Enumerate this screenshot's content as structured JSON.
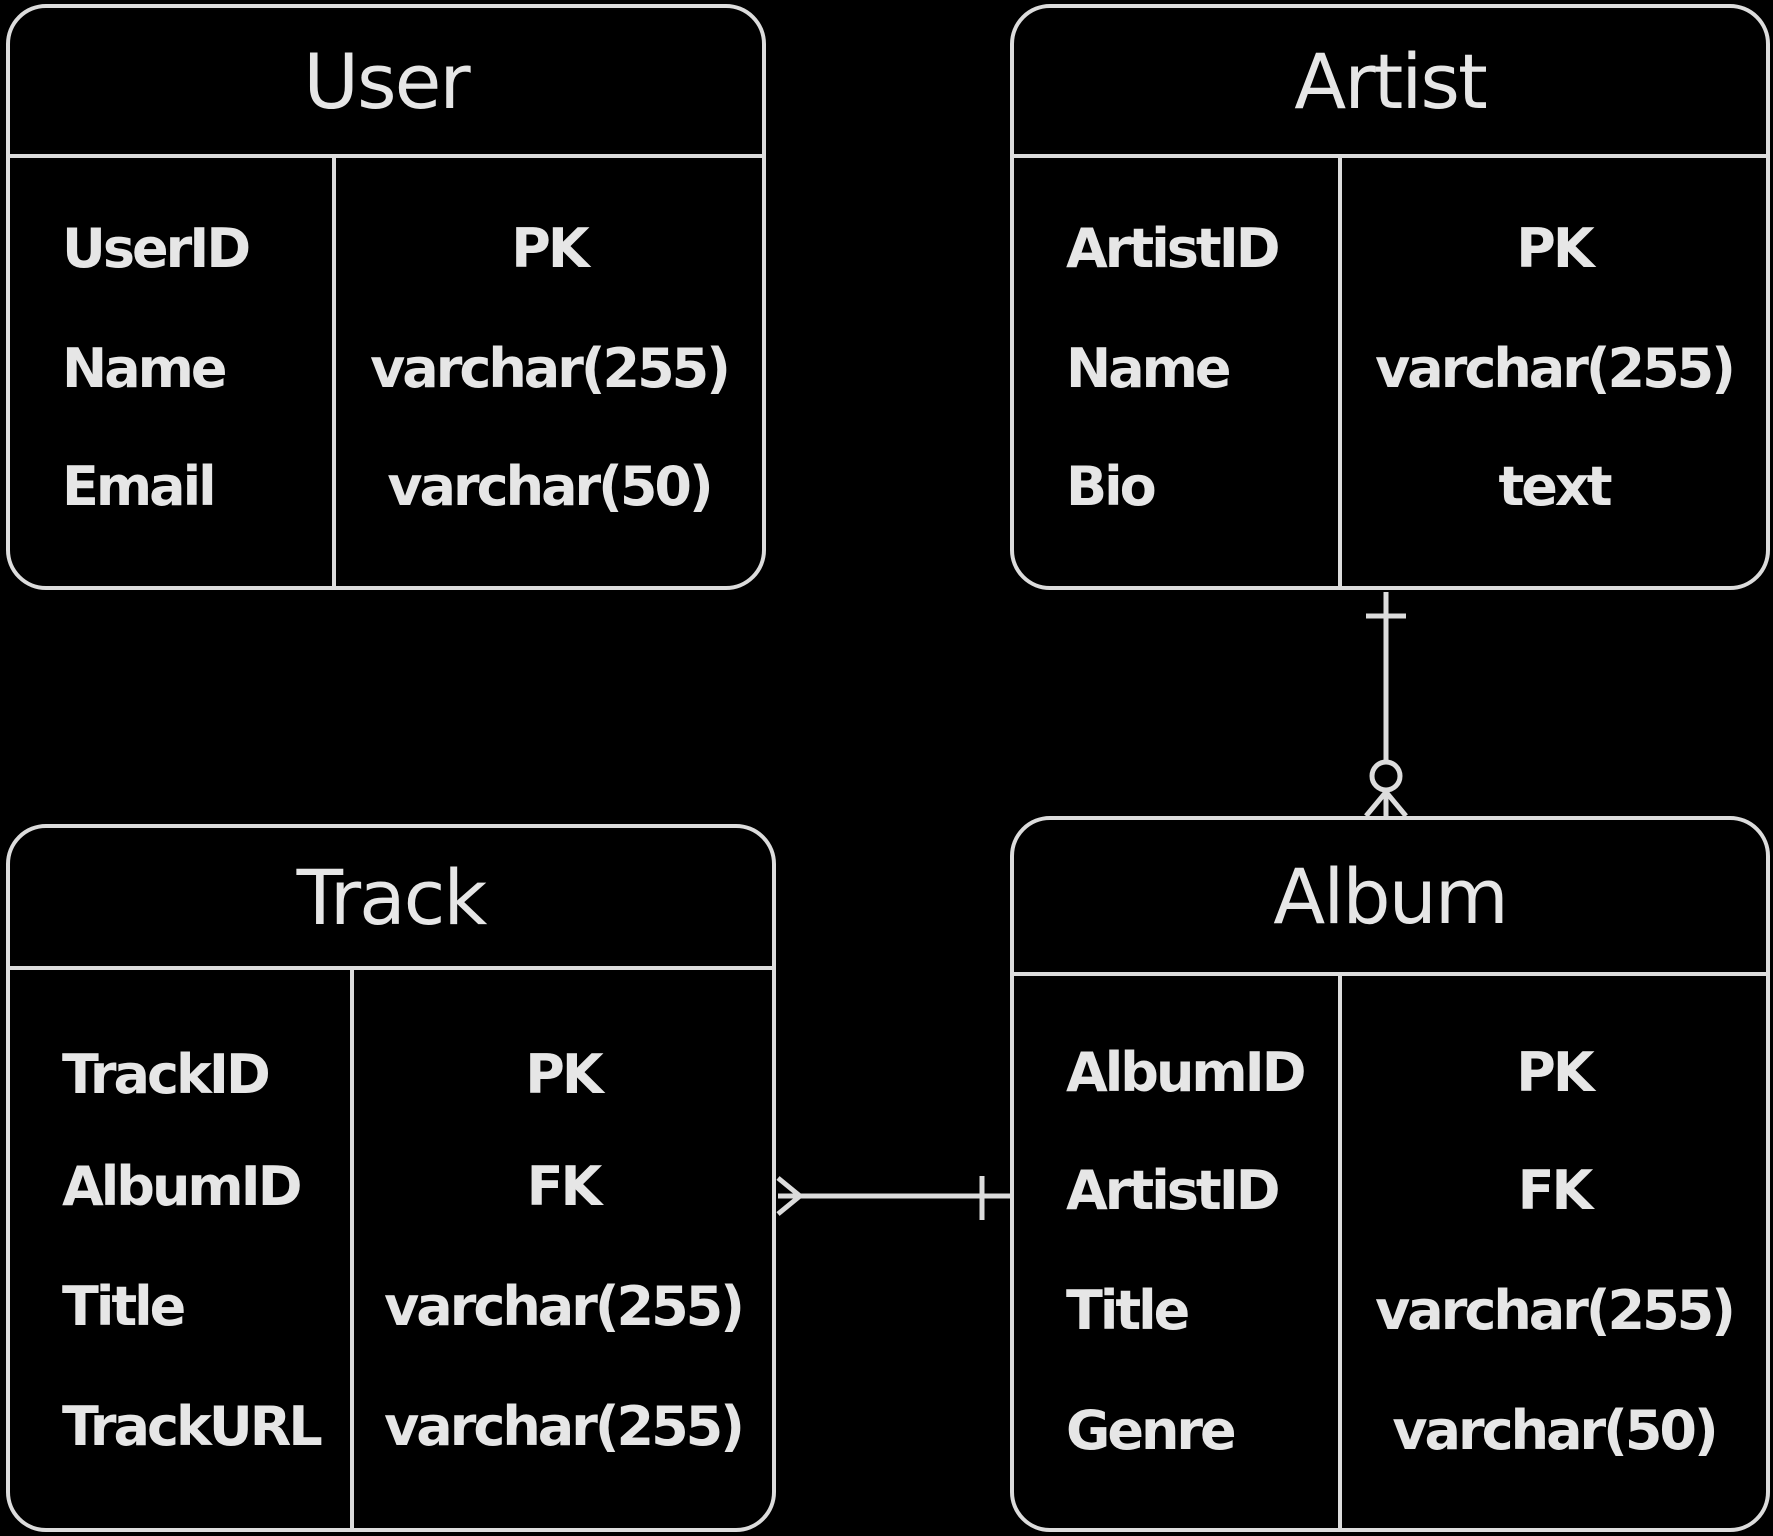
{
  "entities": {
    "user": {
      "name": "User",
      "fields": [
        {
          "name": "UserID",
          "type": "PK"
        },
        {
          "name": "Name",
          "type": "varchar(255)"
        },
        {
          "name": "Email",
          "type": "varchar(50)"
        }
      ]
    },
    "artist": {
      "name": "Artist",
      "fields": [
        {
          "name": "ArtistID",
          "type": "PK"
        },
        {
          "name": "Name",
          "type": "varchar(255)"
        },
        {
          "name": "Bio",
          "type": "text"
        }
      ]
    },
    "track": {
      "name": "Track",
      "fields": [
        {
          "name": "TrackID",
          "type": "PK"
        },
        {
          "name": "AlbumID",
          "type": "FK"
        },
        {
          "name": "Title",
          "type": "varchar(255)"
        },
        {
          "name": "TrackURL",
          "type": "varchar(255)"
        }
      ]
    },
    "album": {
      "name": "Album",
      "fields": [
        {
          "name": "AlbumID",
          "type": "PK"
        },
        {
          "name": "ArtistID",
          "type": "FK"
        },
        {
          "name": "Title",
          "type": "varchar(255)"
        },
        {
          "name": "Genre",
          "type": "varchar(50)"
        }
      ]
    }
  },
  "relationships": [
    {
      "from": "Artist",
      "to": "Album",
      "from_cardinality": "one",
      "to_cardinality": "zero-or-many"
    },
    {
      "from": "Album",
      "to": "Track",
      "from_cardinality": "one",
      "to_cardinality": "many"
    }
  ],
  "colors": {
    "background": "#000000",
    "stroke": "#dcdcdc",
    "text": "#e6e6e6"
  }
}
